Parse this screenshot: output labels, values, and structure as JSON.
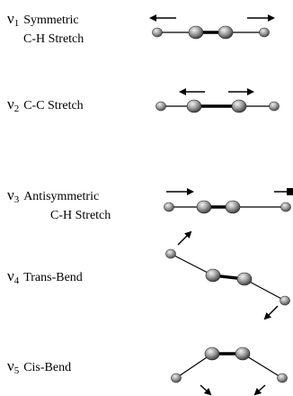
{
  "modes": [
    {
      "symbol": "ν",
      "index": "1",
      "name": "Symmetric",
      "name2": "C-H Stretch"
    },
    {
      "symbol": "ν",
      "index": "2",
      "name": "C-C Stretch",
      "name2": ""
    },
    {
      "symbol": "ν",
      "index": "3",
      "name": "Antisymmetric",
      "name2": "C-H Stretch"
    },
    {
      "symbol": "ν",
      "index": "4",
      "name": "Trans-Bend",
      "name2": ""
    },
    {
      "symbol": "ν",
      "index": "5",
      "name": "Cis-Bend",
      "name2": ""
    }
  ],
  "colors": {
    "atom": "#8a8a8a",
    "bond": "#000000"
  }
}
